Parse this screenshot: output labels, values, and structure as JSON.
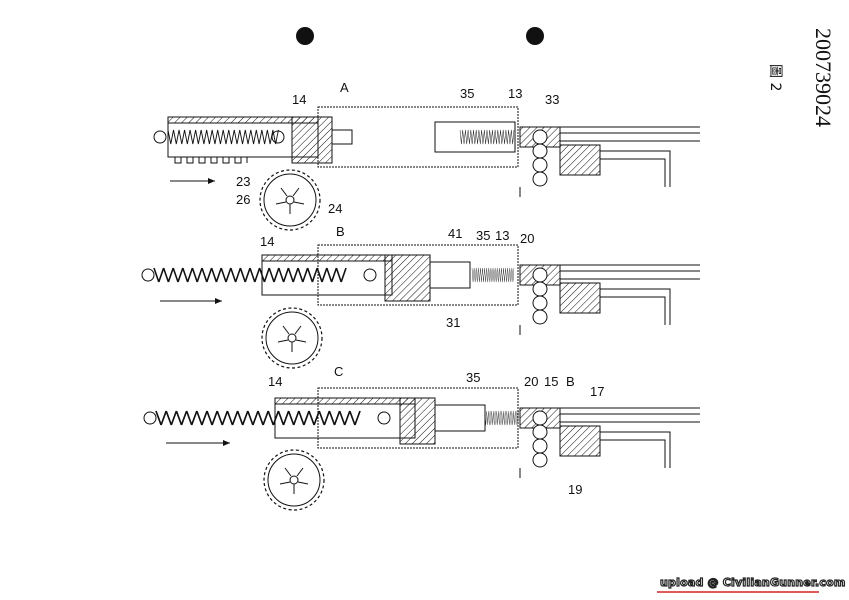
{
  "document": {
    "patent_number": "200739024",
    "figure_label": "圖 2",
    "watermark": "upload @ CivilianGunner.com"
  },
  "diagram": {
    "views": [
      {
        "title": "A",
        "labels": [
          "14",
          "35",
          "13",
          "33",
          "23",
          "26",
          "24"
        ]
      },
      {
        "title": "B",
        "labels": [
          "14",
          "41",
          "35",
          "13",
          "20",
          "31"
        ]
      },
      {
        "title": "C",
        "labels": [
          "14",
          "35",
          "20",
          "15",
          "B",
          "17",
          "19"
        ]
      }
    ]
  }
}
